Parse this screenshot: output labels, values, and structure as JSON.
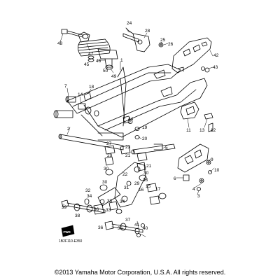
{
  "diagram": {
    "callouts": [
      "1",
      "2",
      "3",
      "4",
      "5",
      "6",
      "7",
      "8",
      "9",
      "10",
      "11",
      "12",
      "13",
      "14",
      "15",
      "16",
      "17",
      "18",
      "19",
      "20",
      "21",
      "22",
      "23",
      "24",
      "25",
      "26",
      "27",
      "28",
      "29",
      "30",
      "31",
      "32",
      "33",
      "34",
      "35",
      "36",
      "37",
      "38",
      "39",
      "40",
      "41",
      "42",
      "43",
      "44",
      "45",
      "46",
      "47",
      "48",
      "49",
      "50"
    ],
    "corner_badge": "FWD",
    "diagram_code": "1B2F110-E350"
  },
  "footer": {
    "copyright": "©2013 Yamaha Motor Corporation, U.S.A. All rights reserved."
  }
}
